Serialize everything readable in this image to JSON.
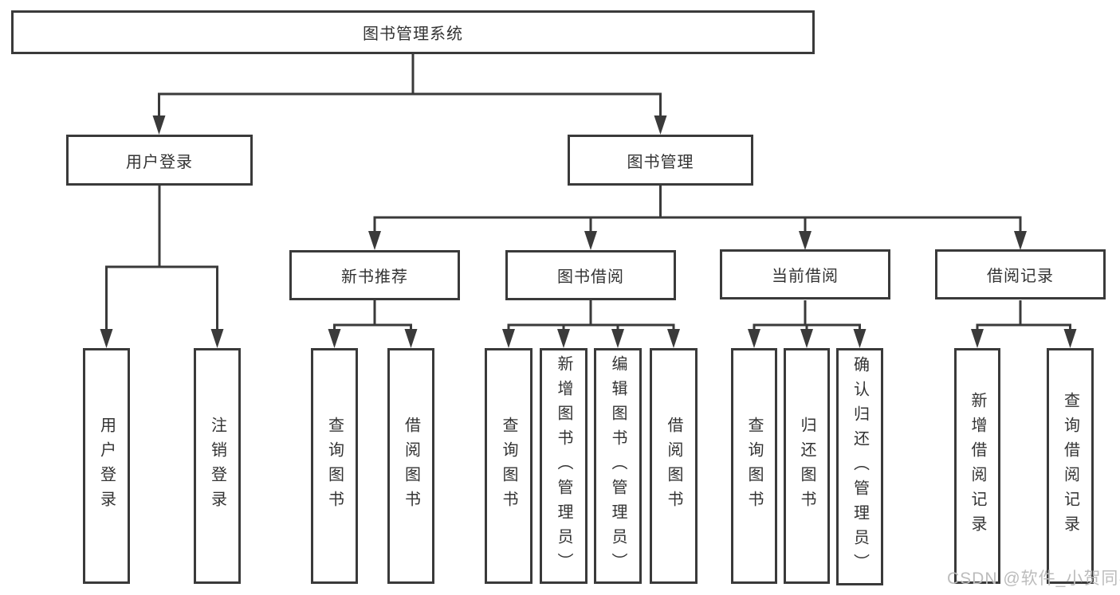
{
  "diagram": {
    "root": {
      "label": "图书管理系统",
      "children": [
        {
          "label": "用户登录",
          "children": [
            {
              "label": "用户登录"
            },
            {
              "label": "注销登录"
            }
          ]
        },
        {
          "label": "图书管理",
          "children": [
            {
              "label": "新书推荐",
              "children": [
                {
                  "label": "查询图书"
                },
                {
                  "label": "借阅图书"
                }
              ]
            },
            {
              "label": "图书借阅",
              "children": [
                {
                  "label": "查询图书"
                },
                {
                  "label": "新增图书（管理员）"
                },
                {
                  "label": "编辑图书（管理员）"
                },
                {
                  "label": "借阅图书"
                }
              ]
            },
            {
              "label": "当前借阅",
              "children": [
                {
                  "label": "查询图书"
                },
                {
                  "label": "归还图书"
                },
                {
                  "label": "确认归还（管理员）"
                }
              ]
            },
            {
              "label": "借阅记录",
              "children": [
                {
                  "label": "新增借阅记录"
                },
                {
                  "label": "查询借阅记录"
                }
              ]
            }
          ]
        }
      ]
    }
  },
  "watermark": {
    "text": "CSDN @软件_小贺同学"
  },
  "colors": {
    "line": "#3a3a3a",
    "text": "#333333",
    "background": "#ffffff",
    "watermark": "#bcbcbc"
  }
}
